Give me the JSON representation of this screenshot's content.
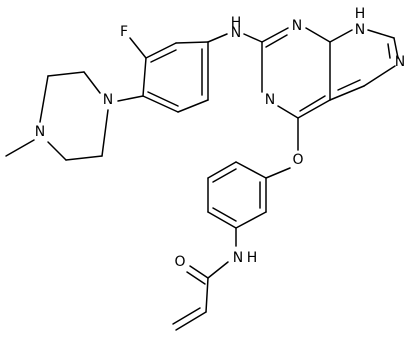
{
  "atoms": {
    "F": "F",
    "NH_anilino": "H",
    "NH_anilino_N": "N",
    "N_pyr_top": "N",
    "N_pyr_left": "N",
    "NH_pyrrole_N": "N",
    "NH_pyrrole_H": "H",
    "N_pyrrole_db": "N",
    "O_ether": "O",
    "N_pip_aryl": "N",
    "N_pip_methyl": "N",
    "NH_amide_N": "N",
    "NH_amide_H": "H",
    "O_carbonyl": "O"
  }
}
